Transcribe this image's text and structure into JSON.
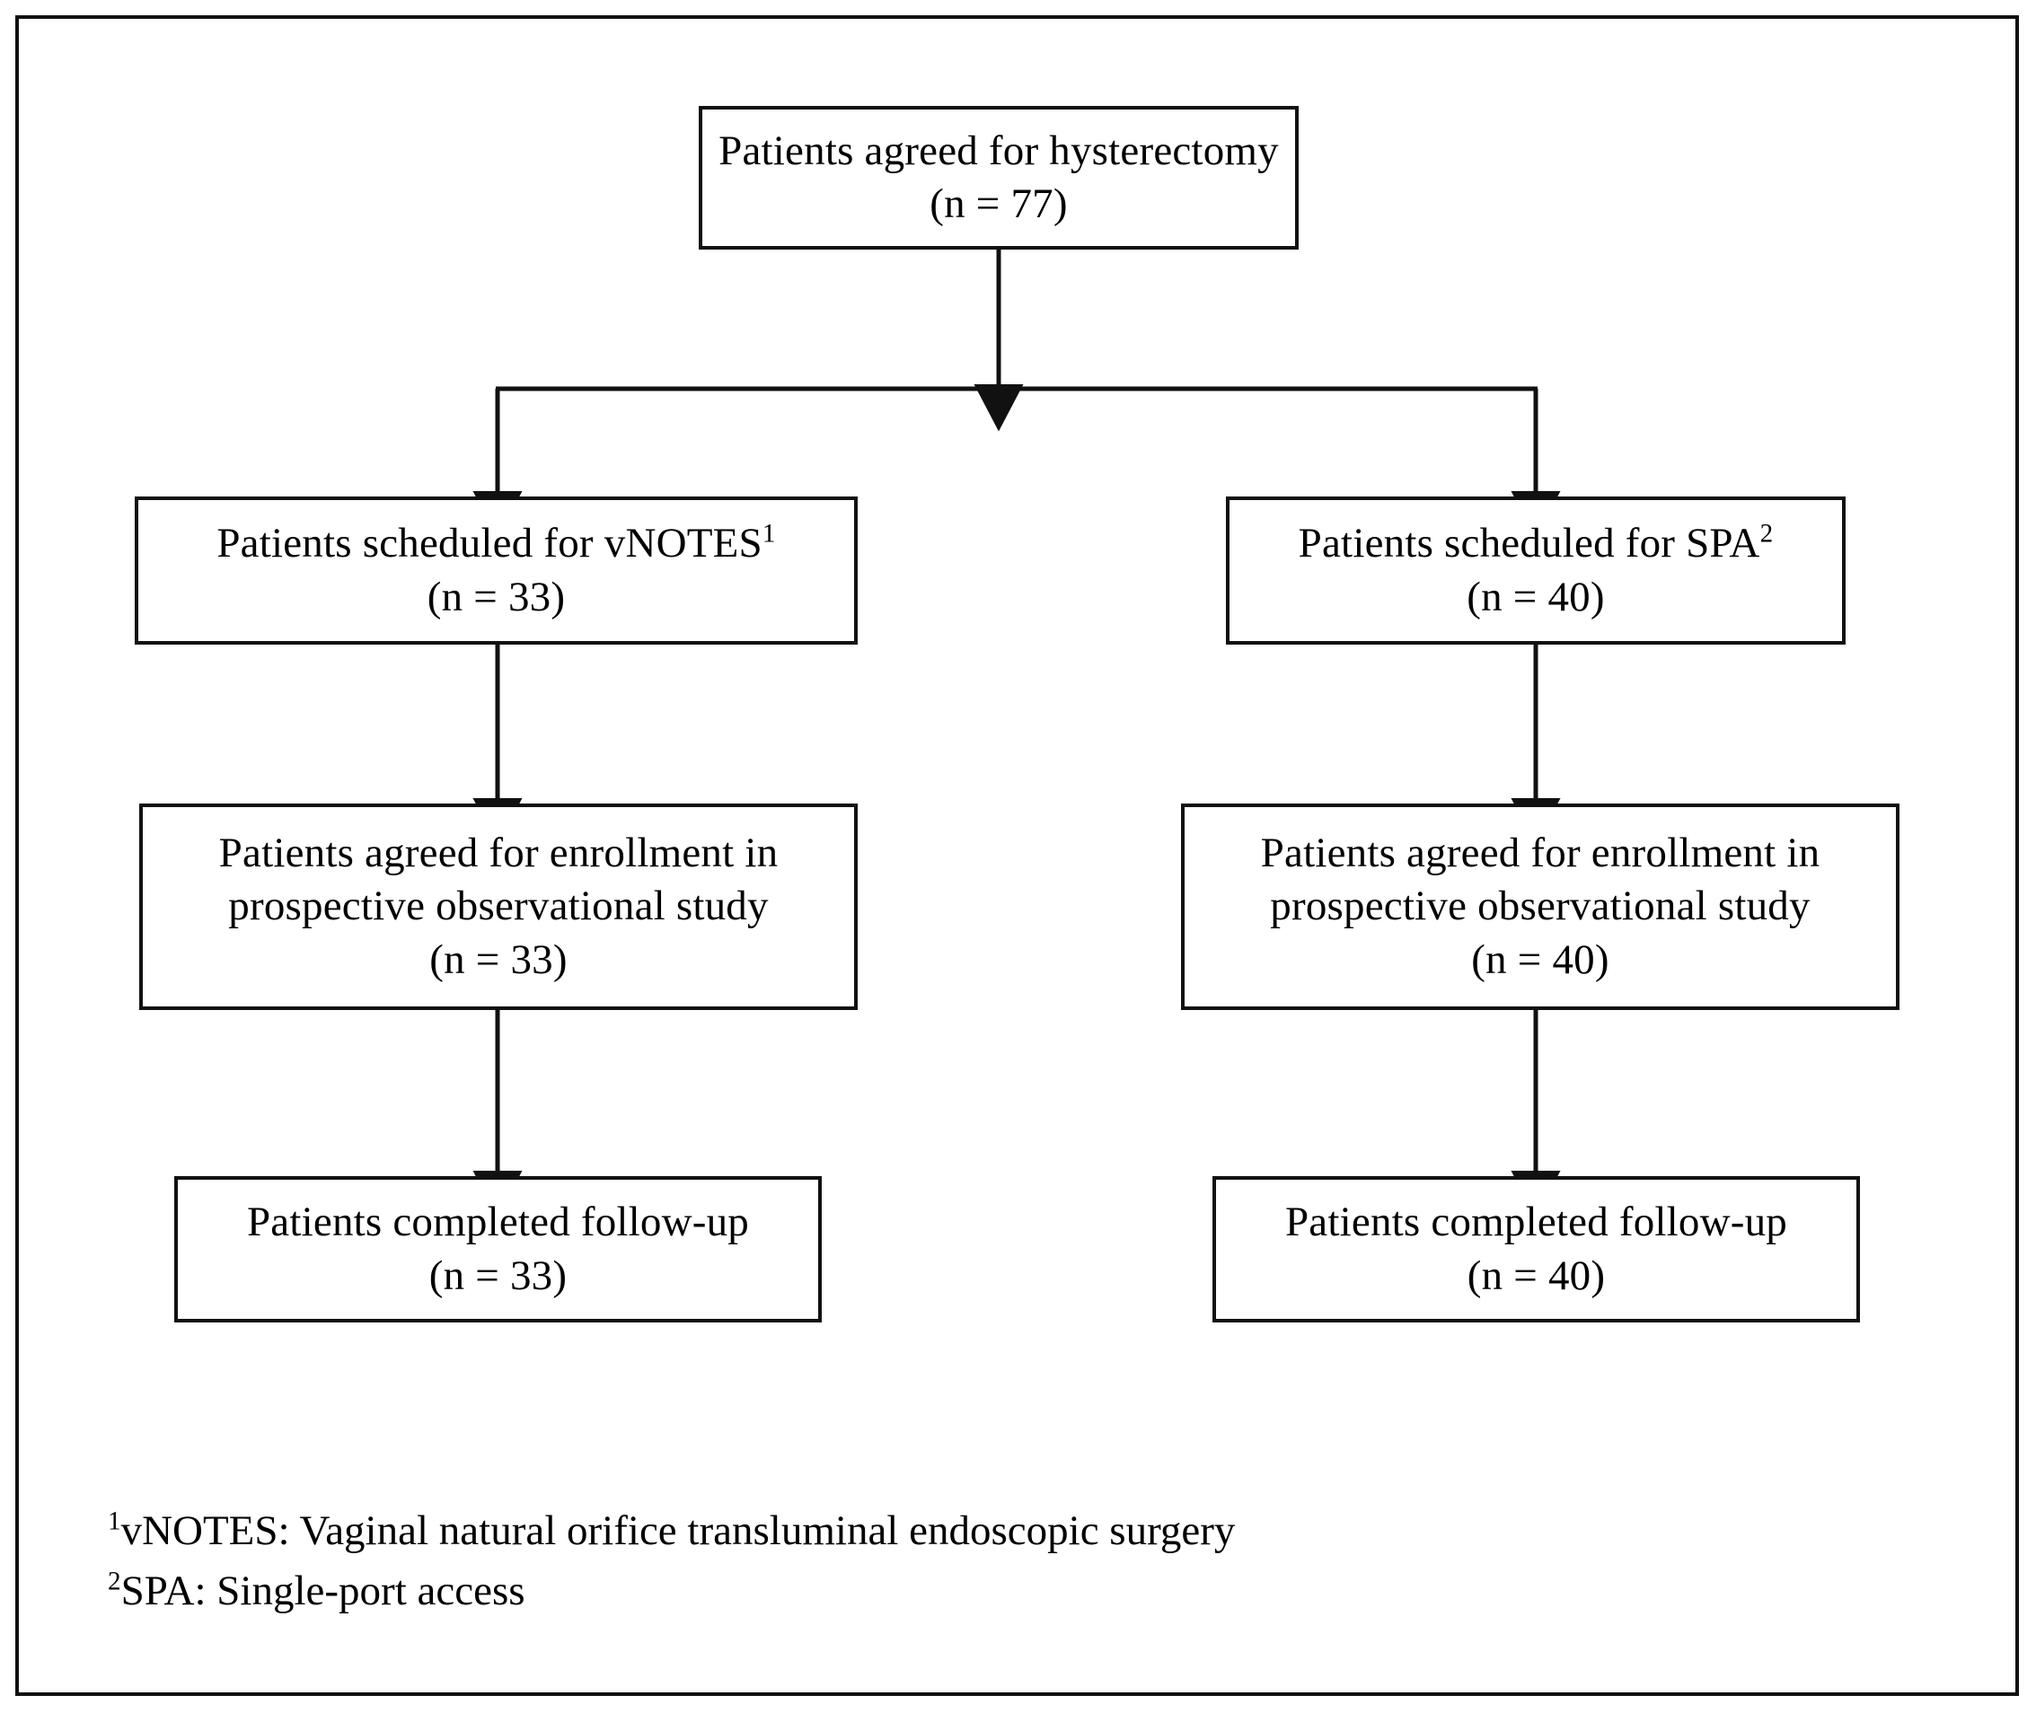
{
  "figure": {
    "type": "flowchart",
    "orientation": "top-down",
    "title": "",
    "border_color": "#111111",
    "background_color": "#ffffff",
    "text_color": "#000000"
  },
  "nodes": {
    "root": {
      "id": "patients-agreed-hysterectomy",
      "line1": "Patients agreed for hysterectomy",
      "line2": "(n = 77)",
      "count": 77
    },
    "left_scheduled": {
      "id": "patients-scheduled-vnotes",
      "line1_pre": "Patients scheduled for vNOTES",
      "line1_sup": "1",
      "line2": "(n = 33)",
      "count": 33
    },
    "right_scheduled": {
      "id": "patients-scheduled-spa",
      "line1_pre": "Patients scheduled for SPA",
      "line1_sup": "2",
      "line2": "(n = 40)",
      "count": 40
    },
    "left_enrolled": {
      "id": "patients-enrolled-vnotes",
      "line1": "Patients agreed for enrollment in",
      "line2": "prospective observational study",
      "line3": "(n = 33)",
      "count": 33
    },
    "right_enrolled": {
      "id": "patients-enrolled-spa",
      "line1": "Patients agreed for enrollment in",
      "line2": "prospective observational study",
      "line3": "(n = 40)",
      "count": 40
    },
    "left_followup": {
      "id": "patients-followup-vnotes",
      "line1": "Patients completed follow-up",
      "line2": "(n = 33)",
      "count": 33
    },
    "right_followup": {
      "id": "patients-followup-spa",
      "line1": "Patients completed follow-up",
      "line2": "(n = 40)",
      "count": 40
    }
  },
  "footnotes": {
    "note1_sup": "1",
    "note1_text": "vNOTES: Vaginal natural orifice transluminal endoscopic surgery",
    "note2_sup": "2",
    "note2_text": "SPA: Single-port access"
  }
}
